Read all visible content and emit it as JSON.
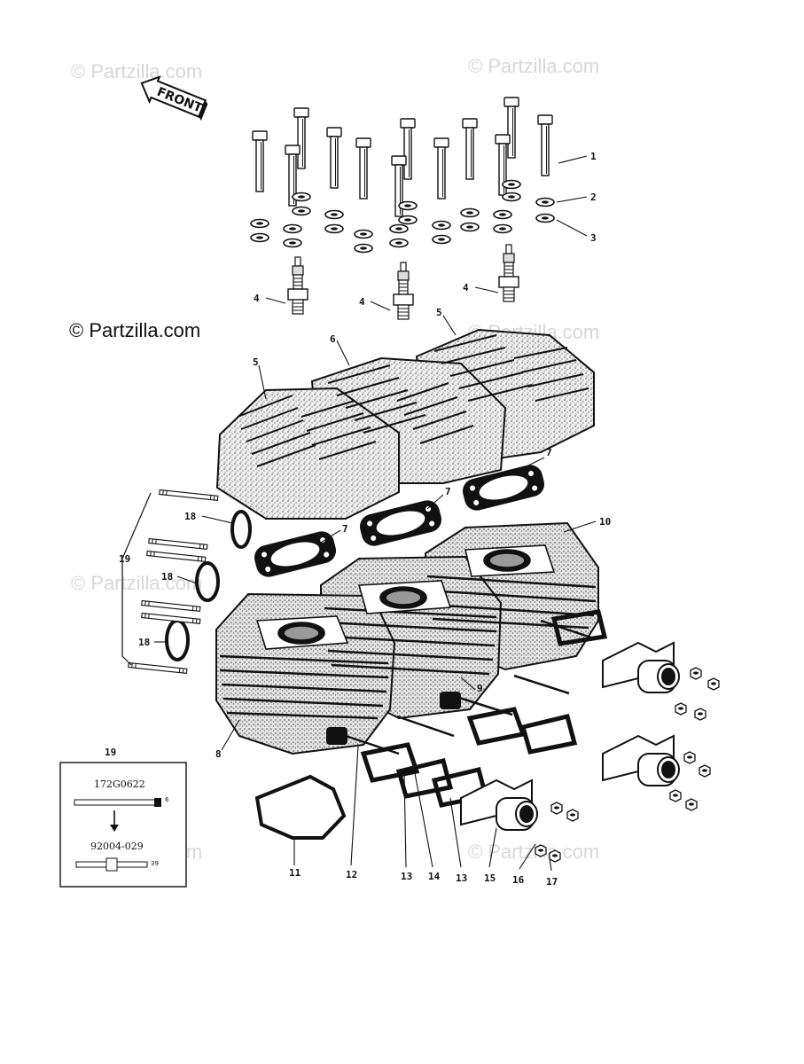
{
  "watermark": "© Partzilla.com",
  "copyright": "© Partzilla.com",
  "front_label": "FRONT",
  "inset": {
    "callout": "19",
    "part_top": "172G0622",
    "part_bottom": "92004-029",
    "dim_top": "6",
    "dim_bottom": "39"
  },
  "callouts": {
    "c1": "1",
    "c2": "2",
    "c3": "3",
    "c4a": "4",
    "c4b": "4",
    "c4c": "4",
    "c5a": "5",
    "c5b": "5",
    "c6": "6",
    "c7a": "7",
    "c7b": "7",
    "c7c": "7",
    "c8": "8",
    "c9": "9",
    "c10": "10",
    "c11": "11",
    "c12": "12",
    "c13a": "13",
    "c14": "14",
    "c13b": "13",
    "c15": "15",
    "c16": "16",
    "c17": "17",
    "c18a": "18",
    "c18b": "18",
    "c18c": "18",
    "c19": "19"
  }
}
